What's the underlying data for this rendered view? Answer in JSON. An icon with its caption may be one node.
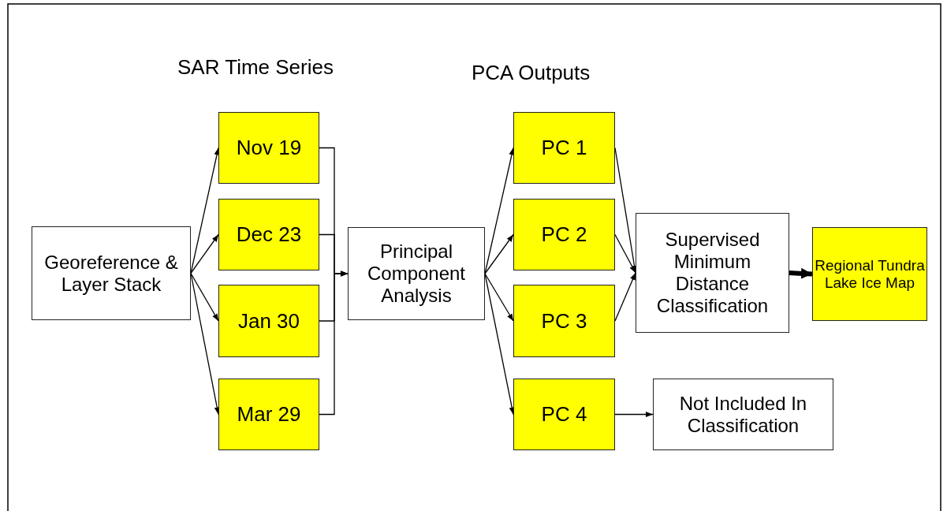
{
  "diagram": {
    "nodes": [
      {
        "text": [
          "Georeference & Layer Stack"
        ]
      },
      {
        "text": [
          "Nov 19"
        ]
      },
      {
        "text": [
          "Dec 23"
        ]
      },
      {
        "text": [
          "Jan 30"
        ]
      },
      {
        "text": [
          "Mar 29"
        ]
      },
      {
        "text": [
          "Principal Component Analysis"
        ]
      },
      {
        "text": [
          "PC 1"
        ]
      },
      {
        "text": [
          "PC 2"
        ]
      },
      {
        "text": [
          "PC 3"
        ]
      },
      {
        "text": [
          "PC 4"
        ]
      },
      {
        "text": [
          "Supervised Minimum Distance Classification"
        ]
      },
      {
        "text": [
          "Regional Tundra Lake Ice Map"
        ]
      },
      {
        "text": [
          "Not Included In Classification"
        ]
      }
    ],
    "edges": [
      {
        "from": 0,
        "to": 1,
        "arrow": "to"
      },
      {
        "from": 0,
        "to": 2,
        "arrow": "to"
      },
      {
        "from": 0,
        "to": 3,
        "arrow": "to"
      },
      {
        "from": 0,
        "to": 4,
        "arrow": "to"
      },
      {
        "from": 1,
        "to": 5,
        "arrow": "to"
      },
      {
        "from": 2,
        "to": 5,
        "arrow": "to"
      },
      {
        "from": 3,
        "to": 5,
        "arrow": "to"
      },
      {
        "from": 4,
        "to": 5,
        "arrow": "to"
      },
      {
        "from": 5,
        "to": 6,
        "arrow": "to"
      },
      {
        "from": 5,
        "to": 7,
        "arrow": "to"
      },
      {
        "from": 5,
        "to": 8,
        "arrow": "to"
      },
      {
        "from": 5,
        "to": 9,
        "arrow": "to"
      },
      {
        "from": 6,
        "to": 10,
        "arrow": "to"
      },
      {
        "from": 7,
        "to": 10,
        "arrow": "to"
      },
      {
        "from": 8,
        "to": 10,
        "arrow": "to"
      },
      {
        "from": 9,
        "to": 12,
        "arrow": "to"
      },
      {
        "from": 10,
        "to": 11,
        "arrow": "to",
        "style": "thick"
      }
    ],
    "labels": [
      "SAR Time Series",
      "PCA Outputs"
    ]
  }
}
